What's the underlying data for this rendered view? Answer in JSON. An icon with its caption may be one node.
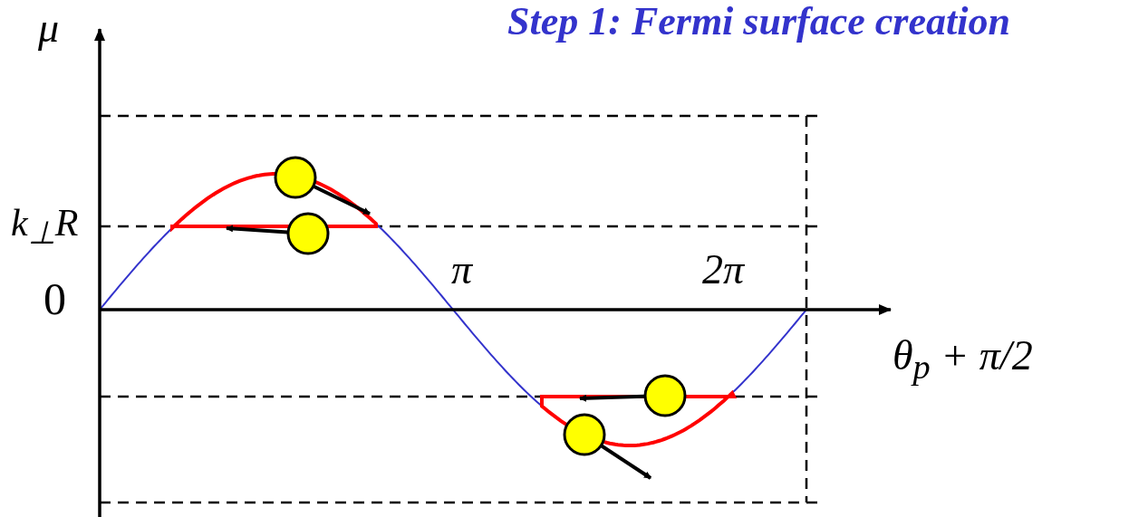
{
  "diagram": {
    "title": "Step 1: Fermi surface creation",
    "labels": [
      "μ",
      "k$_{⊥}$R",
      "0",
      "π",
      "2π",
      "θ$_{p}$ + π/2"
    ]
  }
}
